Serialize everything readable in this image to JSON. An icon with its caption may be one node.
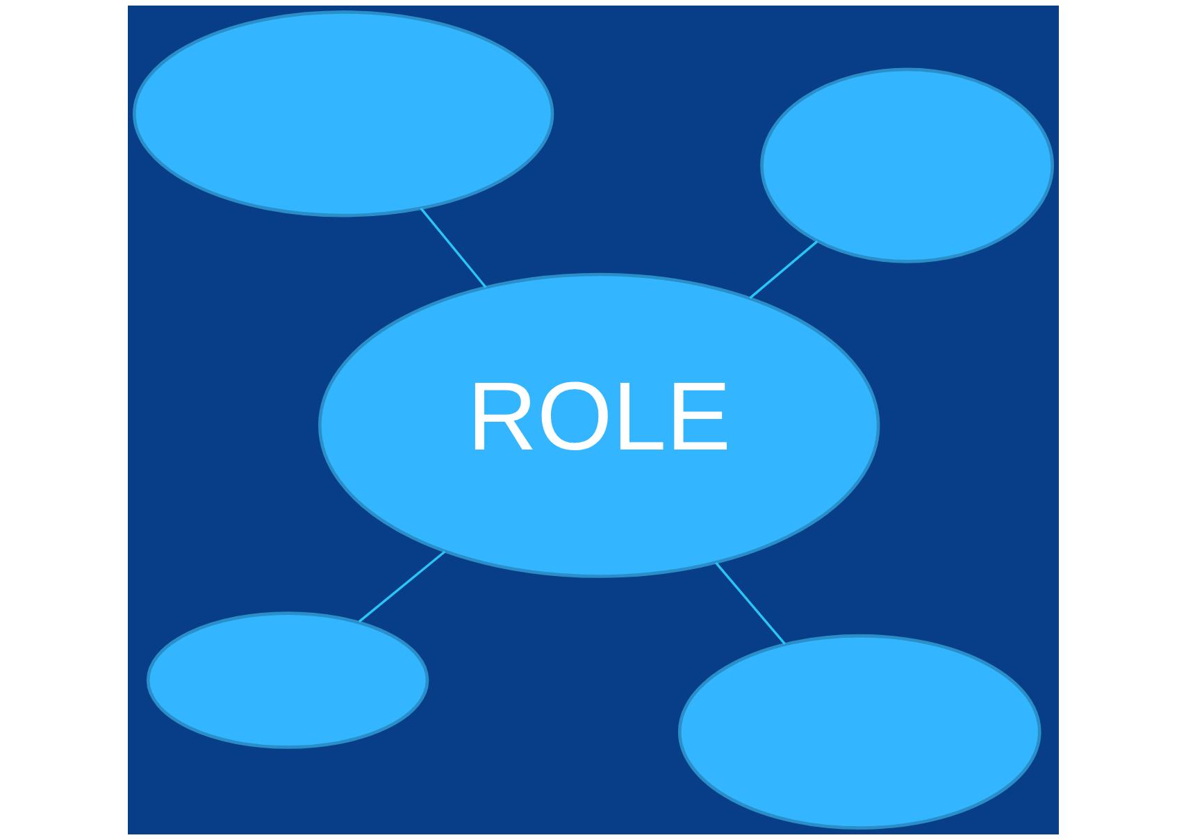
{
  "diagram": {
    "nodes": [
      {
        "text": [],
        "shape": "ellipse"
      },
      {
        "text": [],
        "shape": "ellipse"
      },
      {
        "text": [
          "ROLE"
        ]
      },
      {
        "text": [],
        "shape": "ellipse"
      },
      {
        "text": [],
        "shape": "ellipse"
      }
    ],
    "edges": [
      {
        "from": 2,
        "to": 0,
        "arrow": "none"
      },
      {
        "from": 2,
        "to": 1,
        "arrow": "none"
      },
      {
        "from": 2,
        "to": 3,
        "arrow": "none"
      },
      {
        "from": 2,
        "to": 4,
        "arrow": "none"
      }
    ]
  }
}
